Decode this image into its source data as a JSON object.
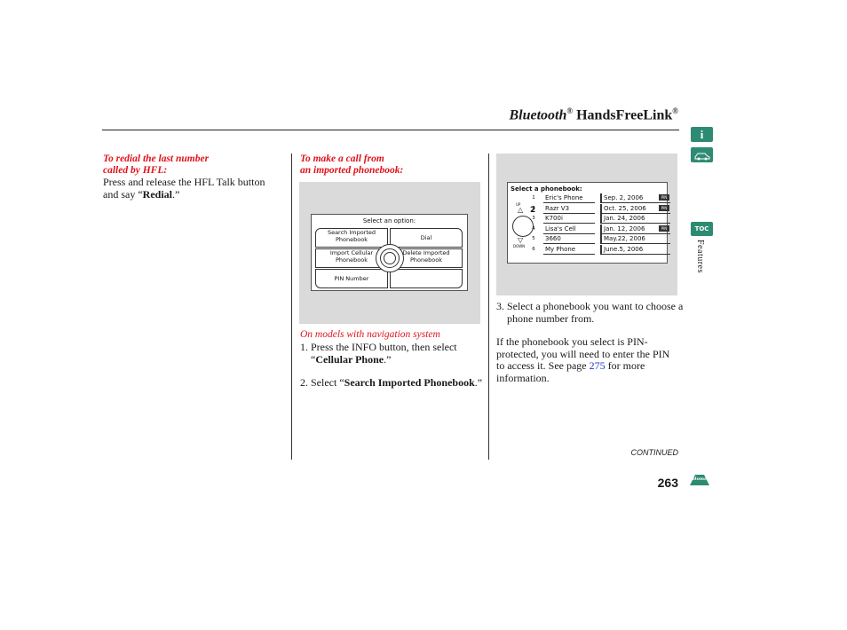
{
  "header": {
    "title_italic": "Bluetooth",
    "reg": "®",
    "title_rest": " HandsFreeLink",
    "reg2": "®"
  },
  "col1": {
    "heading_line1": "To redial the last number",
    "heading_line2": "called by HFL:",
    "text_a": "Press and release the HFL Talk button and say “",
    "text_bold": "Redial",
    "text_b": ".”"
  },
  "col2": {
    "heading_line1": "To make a call from",
    "heading_line2": "an imported phonebook:",
    "screen_title": "Select an option:",
    "options": [
      "Search Imported\nPhonebook",
      "Dial",
      "Import Cellular\nPhonebook",
      "Delete Imported\nPhonebook",
      "PIN Number"
    ],
    "nav_note": "On models with navigation system",
    "step1_a": "1. Press the INFO button, then select “",
    "step1_bold": "Cellular Phone",
    "step1_b": ".”",
    "step2_a": "2. Select “",
    "step2_bold": "Search Imported Phonebook",
    "step2_b": ".”"
  },
  "col3": {
    "screen_title": "Select a phonebook:",
    "up_label": "UP",
    "down_label": "DOWN",
    "page_num": "2",
    "entries": [
      {
        "n": "1",
        "name": "Eric's Phone",
        "date": "Sep. 2, 2006",
        "pin": true
      },
      {
        "n": "2",
        "name": "Razr V3",
        "date": "Oct. 25, 2006",
        "pin": true
      },
      {
        "n": "3",
        "name": "K700i",
        "date": "Jan. 24, 2006",
        "pin": false
      },
      {
        "n": "4",
        "name": "Lisa's Cell",
        "date": "Jan. 12, 2006",
        "pin": true
      },
      {
        "n": "5",
        "name": "3660",
        "date": "May.22, 2006",
        "pin": false
      },
      {
        "n": "6",
        "name": "My Phone",
        "date": "June.5, 2006",
        "pin": false
      }
    ],
    "pin_tag": "PIN",
    "step3": "3. Select a phonebook you want to choose a phone number from.",
    "pin_text_a": "If the phonebook you select is PIN-protected, you will need to enter the PIN to access it. See page ",
    "pin_link": "275",
    "pin_text_b": " for more information."
  },
  "footer": {
    "continued": "CONTINUED",
    "page": "263"
  },
  "side": {
    "info_icon": "info-icon",
    "car_icon": "car-icon",
    "toc": "TOC",
    "section": "Features",
    "home": "Home"
  },
  "colors": {
    "accent_red": "#e0121b",
    "side_green": "#2e8b73",
    "link_blue": "#1a3ccc"
  }
}
